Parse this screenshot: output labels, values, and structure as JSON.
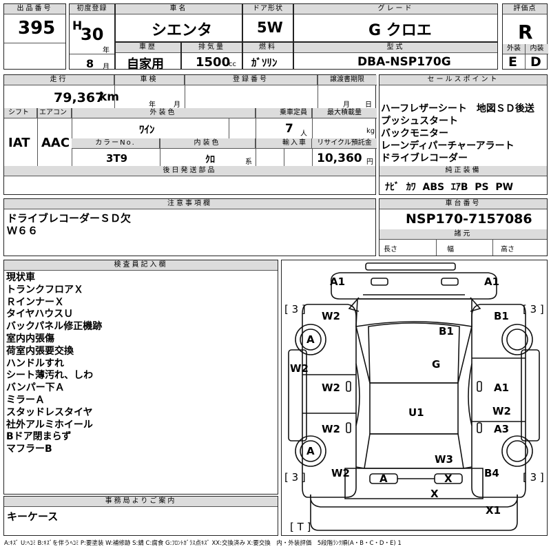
{
  "header": {
    "lot_label": "出品番号",
    "lot_value": "395",
    "first_reg_label": "初度登録",
    "era": "H",
    "year": "30",
    "year_unit": "年",
    "month": "8",
    "month_unit": "月",
    "car_name_label": "車名",
    "car_name": "シエンタ",
    "door_label": "ドア形状",
    "door": "5W",
    "grade_label": "グレード",
    "grade": "G クロエ",
    "score_label": "評価点",
    "score": "R",
    "history_label": "車歴",
    "history": "自家用",
    "displacement_label": "排気量",
    "displacement": "1500",
    "cc": "cc",
    "fuel_label": "燃料",
    "fuel": "ｶﾞｿﾘﾝ",
    "model_label": "型式",
    "model": "DBA-NSP170G",
    "ext_label": "外装",
    "ext": "E",
    "int_label": "内装",
    "int": "D"
  },
  "specs": {
    "mileage_label": "走行",
    "mileage": "79,367",
    "km": "km",
    "inspection_label": "車検",
    "year_unit": "年",
    "month_unit": "月",
    "reg_no_label": "登録番号",
    "transfer_label": "譲渡書期限",
    "transfer_month": "月",
    "transfer_day": "日",
    "shift_label": "シフト",
    "shift": "IAT",
    "ac_label": "エアコン",
    "ac": "AAC",
    "color_label": "外装色",
    "color": "ﾜｲﾝ",
    "capacity_label": "乗車定員",
    "capacity": "7",
    "capacity_unit": "人",
    "load_label": "最大積載量",
    "load_unit": "kg",
    "color_no_label": "カラーNo.",
    "color_no": "3T9",
    "interior_label": "内装色",
    "interior": "ｸﾛ",
    "interior_unit": "系",
    "import_label": "輸入車",
    "recycle_label": "リサイクル預託金",
    "recycle": "10,360",
    "recycle_unit": "円",
    "later_parts_label": "後日発送部品"
  },
  "sales_points": {
    "label": "セールスポイント",
    "items": [
      "ハーフレザーシート　地図ＳＤ後送",
      "プッシュスタート",
      "バックモニター",
      "レーンディパーチャーアラート",
      "ドライブレコーダー"
    ]
  },
  "equipment": {
    "label": "純正装備",
    "items": [
      "ﾅﾋﾞ",
      "ｶﾜ",
      "ABS",
      "ｴｱB",
      "PS",
      "PW"
    ]
  },
  "notes": {
    "label": "注意事項欄",
    "lines": [
      "ドライブレコーダーＳＤ欠",
      "Ｗ６６"
    ]
  },
  "chassis": {
    "label": "車台番号",
    "number": "NSP170-7157086",
    "dims_label": "諸元",
    "length": "長さ",
    "width": "幅",
    "height": "高さ"
  },
  "inspector": {
    "label": "検査員記入欄",
    "lines": [
      "現状車",
      "トランクフロアＸ",
      "ＲインナーＸ",
      "タイヤハウスＵ",
      "バックパネル修正機跡",
      "室内内張傷",
      "荷室内張要交換",
      "ハンドルすれ",
      "シート薄汚れ、しわ",
      "バンパー下Ａ",
      "ミラーＡ",
      "スタッドレスタイヤ",
      "社外アルミホイール",
      "Bドア閉まらず",
      "マフラーB"
    ]
  },
  "office": {
    "label": "事務局よりご案内",
    "text": "キーケース"
  },
  "diagram": {
    "marks": {
      "front_left": "A1",
      "front_right": "A1",
      "tread_fl": "[ 3 ]",
      "tread_fr": "[ 3 ]",
      "tread_rl": "[ 3 ]",
      "tread_rr": "[ 3 ]",
      "tread_spare": "[ T ]",
      "fender_l": "W2",
      "fender_r": "B1",
      "wheel_fl": "A",
      "wheel_rl": "A",
      "hood": "B1",
      "windshield": "G",
      "pillar_l": "W2",
      "door_l1": "W2",
      "door_l2": "W2",
      "rear_l": "W2",
      "door_r1": "A1",
      "door_r2": "W2",
      "door_r3": "A3",
      "roof": "U1",
      "rear_glass": "W3",
      "quarter_r": "B4",
      "lamp_l": "A",
      "lamp_r": "X",
      "back": "X",
      "bumper_r": "X1"
    }
  },
  "legend": "A:ｷｽﾞ U:ﾍｺﾐ B:ｷｽﾞを伴うﾍｺﾐ P:要塗装 W:補修跡 S:錆 C:腐食 G:ﾌﾛﾝﾄｶﾞﾗｽ点ｷｽﾞ XX:交換済み X:要交換　内・外装評価　5段階ﾗﾝｸ順(A・B・C・D・E) 1"
}
